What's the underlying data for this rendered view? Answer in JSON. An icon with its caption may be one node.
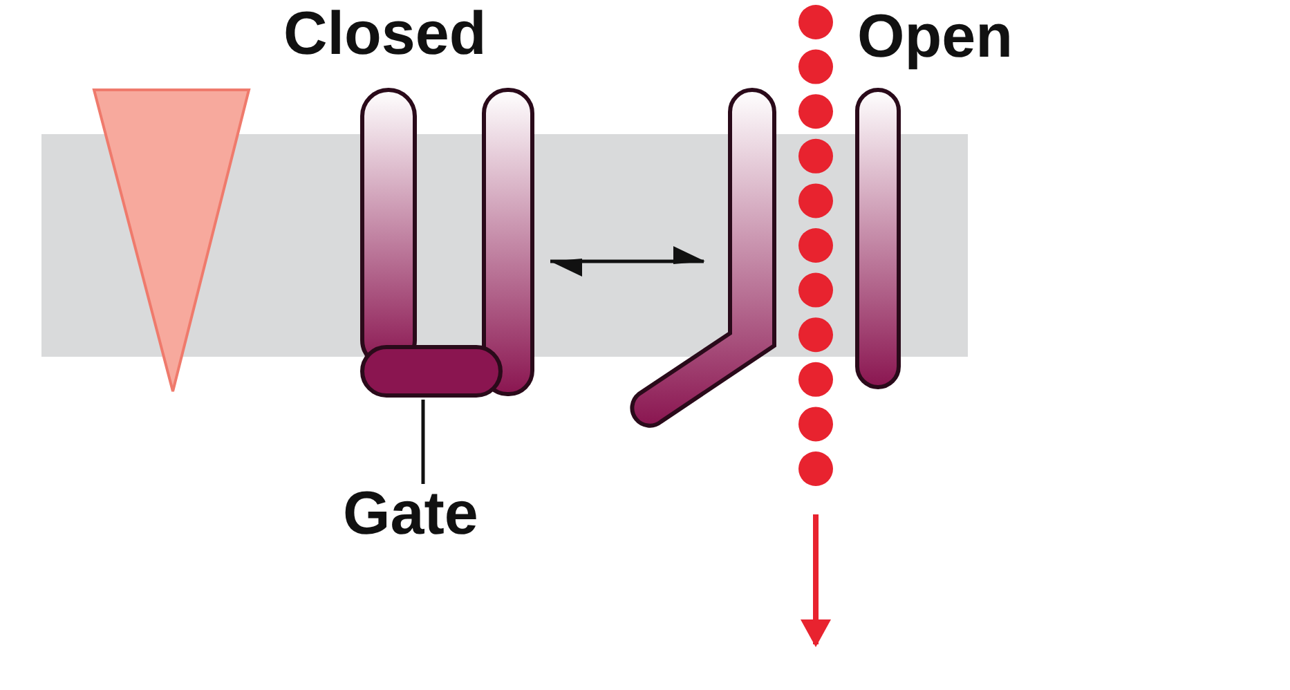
{
  "diagram": {
    "nodes": [
      {
        "text": [
          "Closed"
        ]
      },
      {
        "text": [],
        "shape": "bar",
        "in": 0
      },
      {
        "text": [
          "Open"
        ]
      },
      {
        "text": [
          "Gate"
        ]
      }
    ],
    "edges": [
      {
        "from": 0,
        "to": 2,
        "arrow": "both"
      },
      {
        "from": 3,
        "to": 1,
        "arrow": "none"
      }
    ]
  }
}
